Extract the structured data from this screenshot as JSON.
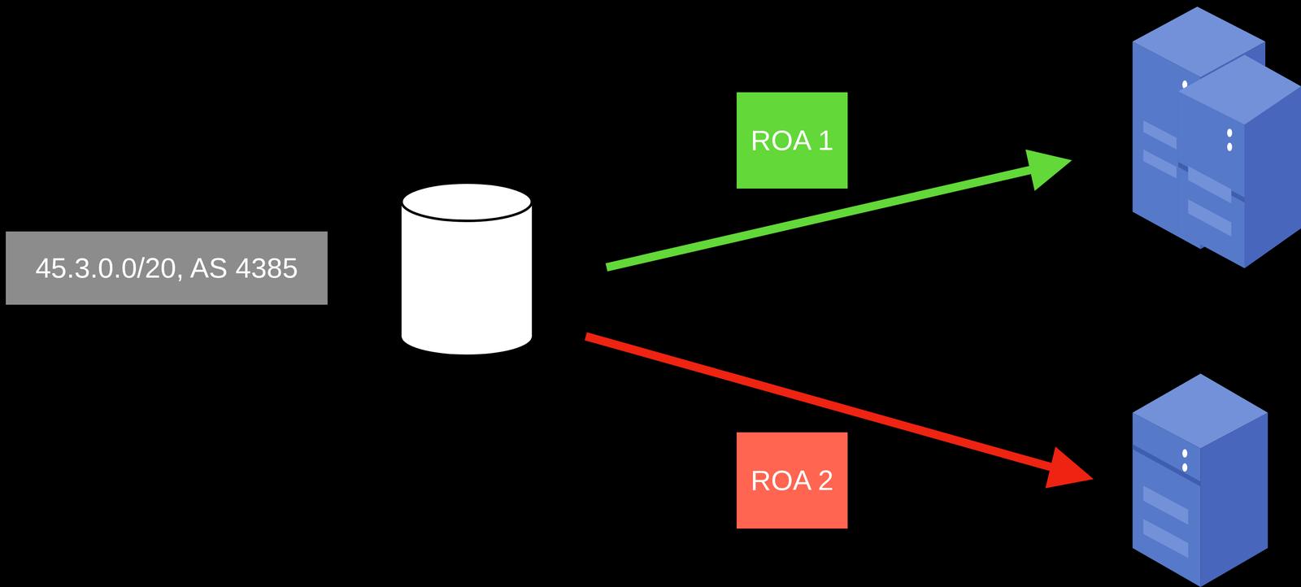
{
  "diagram": {
    "nodes": [
      {
        "text": [
          "45.3.0.0/20, AS 4385"
        ]
      },
      {
        "text": [
          "ROA 1"
        ]
      },
      {
        "text": [
          "ROA 2"
        ]
      }
    ]
  }
}
